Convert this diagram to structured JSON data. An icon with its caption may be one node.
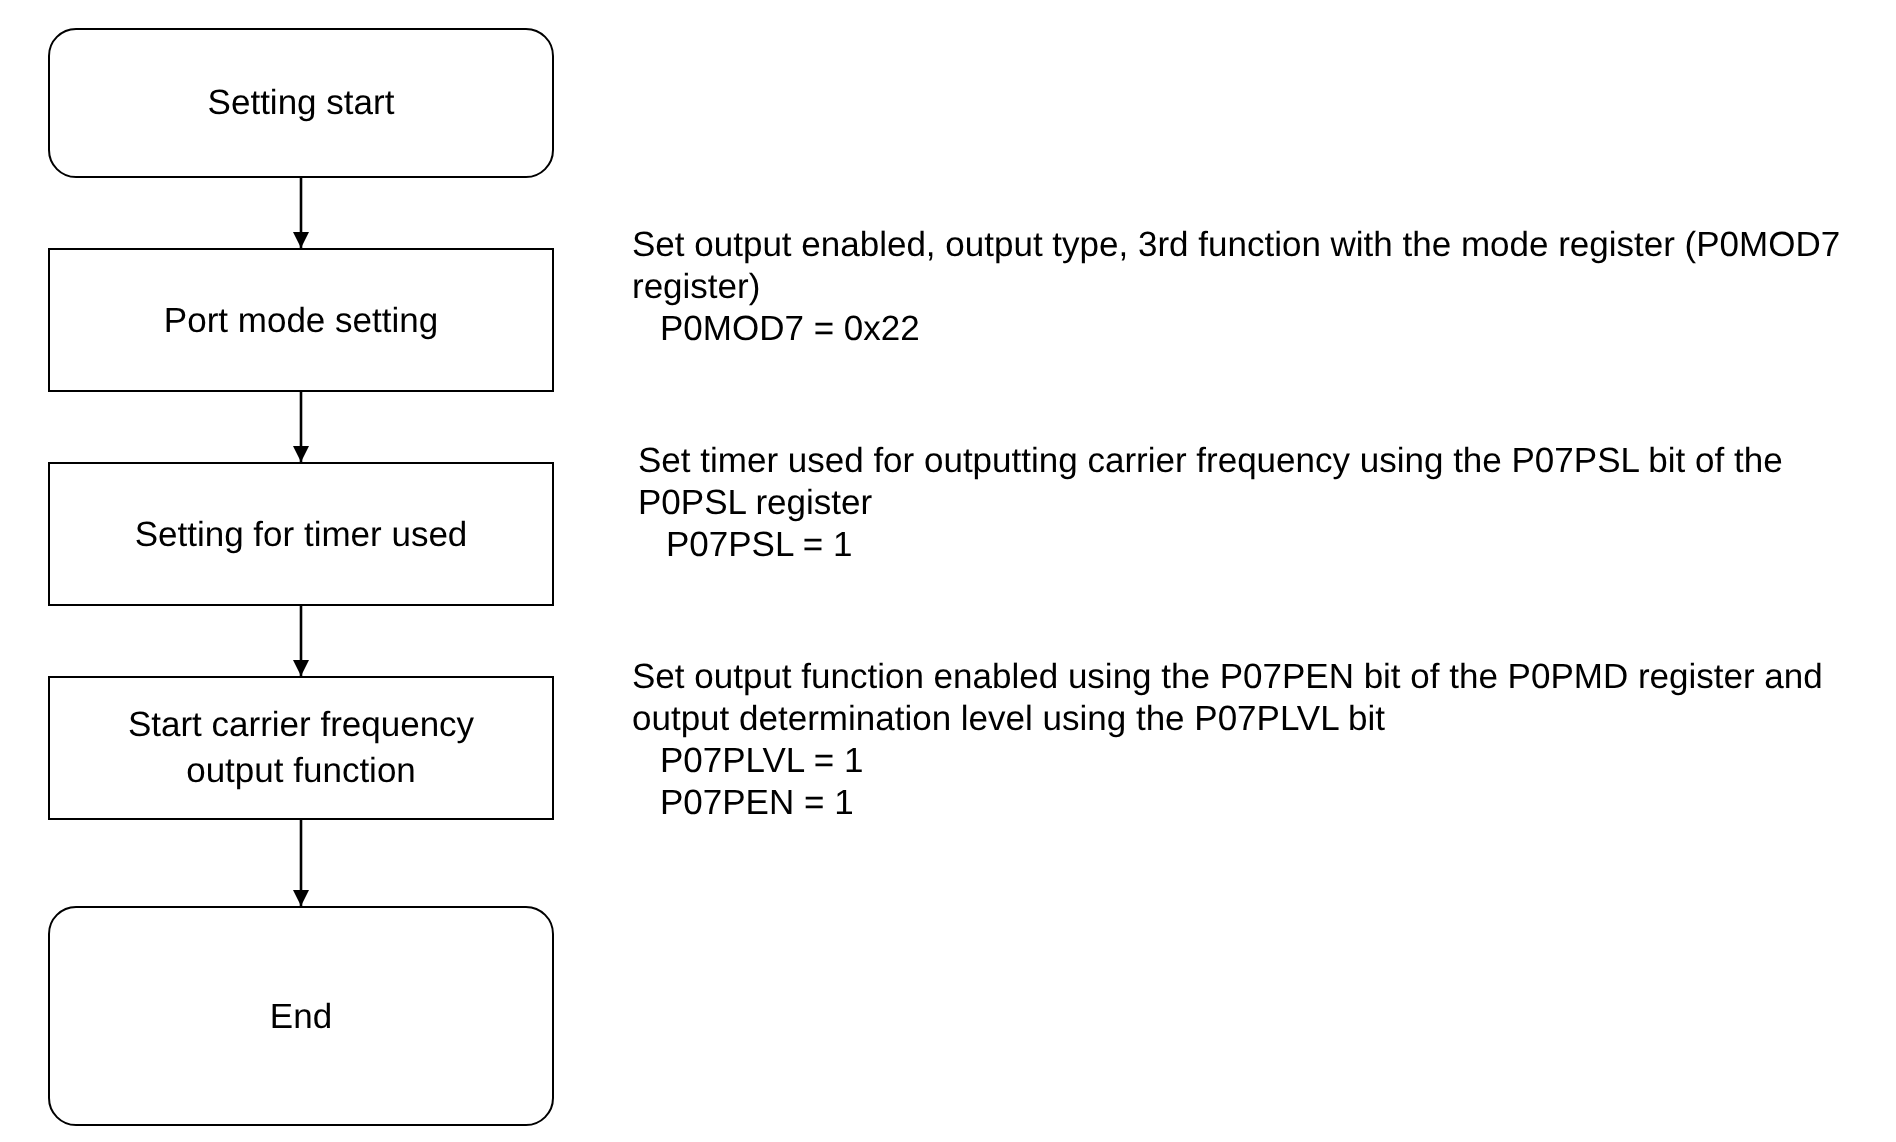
{
  "diagram": {
    "nodes": [
      {
        "text": [
          "Setting start"
        ]
      },
      {
        "text": [
          "Port mode setting"
        ],
        "beside": [
          "Set output enabled, output type, 3rd function with the mode register (P0MOD7 register)",
          "P0MOD7 = 0x22"
        ]
      },
      {
        "text": [
          "Setting for timer used"
        ],
        "beside": [
          "Set timer used for outputting carrier frequency using the P07PSL bit of the P0PSL register",
          "P07PSL = 1"
        ]
      },
      {
        "text": [
          "Start carrier frequency output function"
        ],
        "beside": [
          "Set output function enabled using the P07PEN bit of the P0PMD register and output determination level using the P07PLVL bit",
          "P07PLVL = 1",
          "P07PEN = 1"
        ]
      },
      {
        "text": [
          "End"
        ]
      }
    ],
    "edges": [
      {
        "from": 0,
        "to": 1,
        "arrow": "to"
      },
      {
        "from": 1,
        "to": 2,
        "arrow": "to"
      },
      {
        "from": 2,
        "to": 3,
        "arrow": "to"
      },
      {
        "from": 3,
        "to": 4,
        "arrow": "to"
      }
    ]
  }
}
